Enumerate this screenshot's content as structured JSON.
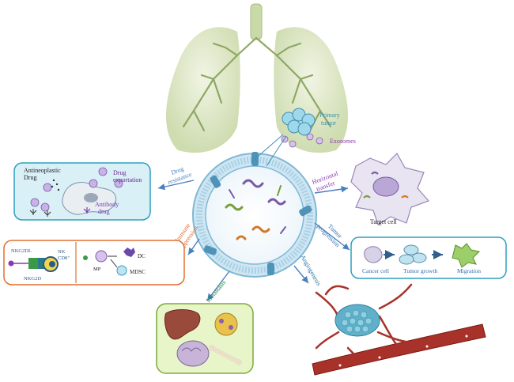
{
  "top": {
    "primary_tumor_1": "Primary",
    "primary_tumor_2": "tumor",
    "exosomes": "Exosomes"
  },
  "arrows": {
    "drug_resistance_1": "Drug",
    "drug_resistance_2": "resistance",
    "horizontal_transfer_1": "Horizontal",
    "horizontal_transfer_2": "transfer",
    "immune_suppression_1": "Immune",
    "immune_suppression_2": "suppression",
    "tumor_progression_1": "Tumor",
    "tumor_progression_2": "progression",
    "metastasis": "Metastasis",
    "angiogenesis": "Angiogenesis"
  },
  "drug_panel": {
    "antineoplastic_1": "Antineoplastic",
    "antineoplastic_2": "Drug",
    "drug_exportation_1": "Drug",
    "drug_exportation_2": "exportation",
    "antibody_drug_1": "Antibody",
    "antibody_drug_2": "drug"
  },
  "target": {
    "label": "Target cell"
  },
  "immune_panel": {
    "nkg2dl": "NKG2DL",
    "nk": "NK",
    "cd8": "CD8⁺",
    "nkg2d": "NKG2D",
    "mp": "MP",
    "dc": "DC",
    "mdsc": "MDSC"
  },
  "progression_panel": {
    "cancer_cell": "Cancer cell",
    "tumor_growth": "Tumor growth",
    "migration": "Migration"
  },
  "colors": {
    "membrane": "#7fb8d6",
    "lung": "#c9d9a8",
    "drug_arrow": "#4a7fc0",
    "metastasis_text": "#1f8a3a",
    "horizontal_text": "#8a3ab0",
    "immune_text": "#e07030"
  }
}
